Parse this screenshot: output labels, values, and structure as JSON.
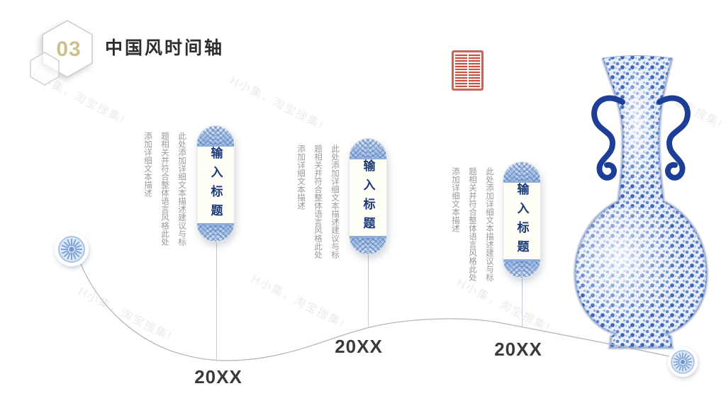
{
  "slide": {
    "section_number": "03",
    "title": "中国风时间轴"
  },
  "watermark": {
    "text": "H小集，淘宝搜集!"
  },
  "decor": {
    "seal": "red-square-seal-stamp",
    "vase": "blue-white-porcelain-vase",
    "colors": {
      "title_navy": "#1c3a78",
      "porcelain_blue": "#4a72c0",
      "seal_red": "#c04434",
      "badge_gold": "#cbc08f",
      "line_gray": "#b3b8bf"
    }
  },
  "timeline": {
    "items": [
      {
        "title": "输入标题",
        "description": "此处添加详细文本描述建议与标题相关并符合整体语言风格此处添加详细文本描述",
        "year": "20XX"
      },
      {
        "title": "输入标题",
        "description": "此处添加详细文本描述建议与标题相关并符合整体语言风格此处添加详细文本描述",
        "year": "20XX"
      },
      {
        "title": "输入标题",
        "description": "此处添加详细文本描述建议与标题相关并符合整体语言风格此处添加详细文本描述",
        "year": "20XX"
      }
    ]
  }
}
